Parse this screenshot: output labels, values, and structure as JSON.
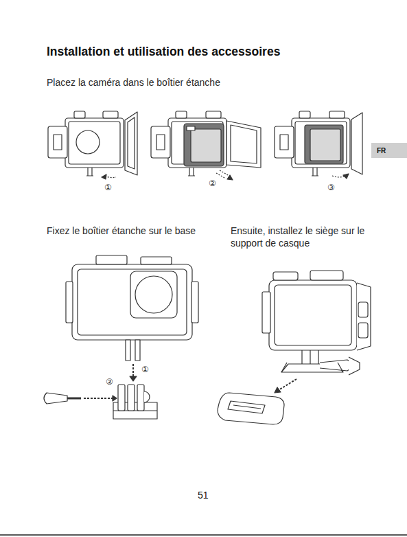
{
  "diagram": {
    "title": "Installation et utilisation des accessoires",
    "nodes": [
      {
        "text": [
          "FR"
        ]
      }
    ],
    "labels": [
      "Placez la caméra dans le boîtier étanche",
      "①",
      "②",
      "③",
      "Fixez le boîtier étanche sur le base",
      "Ensuite, installez le siège sur le support de casque",
      "①",
      "②",
      "51"
    ]
  }
}
